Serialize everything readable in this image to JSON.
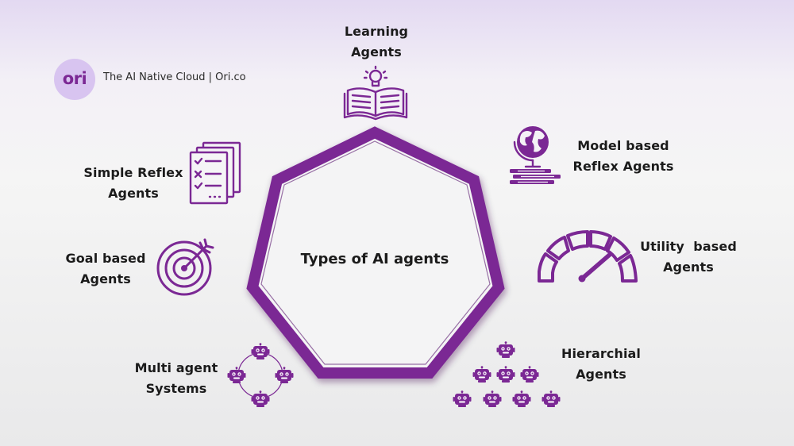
{
  "brand": {
    "logo_text": "ori",
    "tagline": "The AI Native Cloud | Ori.co"
  },
  "center": {
    "title": "Types of AI agents"
  },
  "agents": {
    "learning": {
      "line1": "Learning",
      "line2": "Agents",
      "icon": "open-book-lightbulb-icon"
    },
    "model_based": {
      "line1": "Model based",
      "line2": "Reflex Agents",
      "icon": "globe-books-icon"
    },
    "utility": {
      "line1": "Utility  based",
      "line2": "Agents",
      "icon": "gauge-icon"
    },
    "hierarchical": {
      "line1": "Hierarchial",
      "line2": "Agents",
      "icon": "robot-hierarchy-icon"
    },
    "multi": {
      "line1": "Multi agent",
      "line2": "Systems",
      "icon": "robot-cycle-icon"
    },
    "goal": {
      "line1": "Goal based",
      "line2": "Agents",
      "icon": "target-arrow-icon"
    },
    "simple_reflex": {
      "line1": "Simple Reflex",
      "line2": "Agents",
      "icon": "checklist-documents-icon"
    }
  },
  "colors": {
    "accent": "#7b2894",
    "text": "#1b1b1b",
    "logo_bg": "#d8c4f0"
  }
}
